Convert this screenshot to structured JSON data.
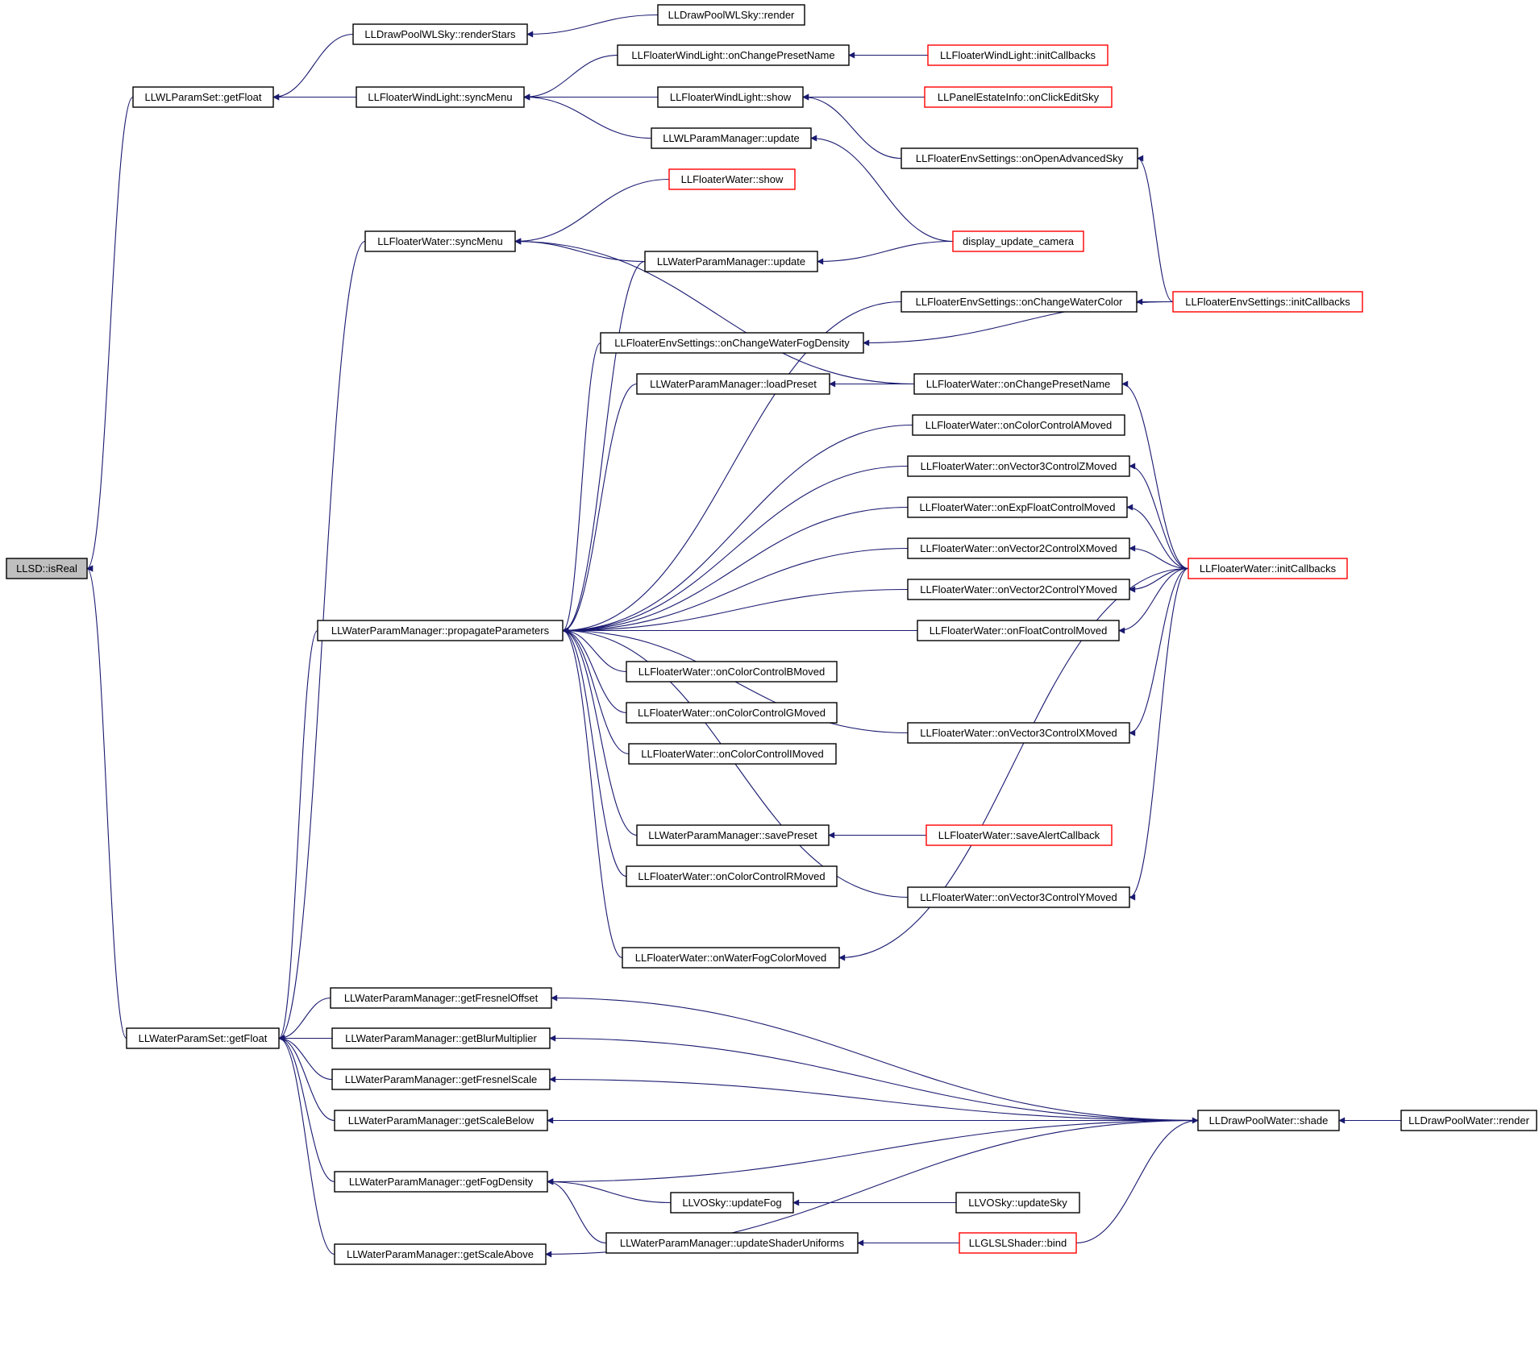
{
  "colors": {
    "edge": "#191970",
    "arrow": "#191970",
    "node_border": "#000000",
    "truncated_border": "#ff0000",
    "root_fill": "#bfbfbf",
    "node_fill": "#ffffff"
  },
  "nodes": [
    {
      "id": "n1",
      "label": "LLSD::isReal",
      "kind": "root"
    },
    {
      "id": "n2",
      "label": "LLWLParamSet::getFloat",
      "kind": "normal"
    },
    {
      "id": "n3",
      "label": "LLWaterParamSet::getFloat",
      "kind": "normal"
    },
    {
      "id": "n4",
      "label": "LLDrawPoolWLSky::renderStars",
      "kind": "normal"
    },
    {
      "id": "n5",
      "label": "LLFloaterWindLight::syncMenu",
      "kind": "normal"
    },
    {
      "id": "n6",
      "label": "LLDrawPoolWLSky::render",
      "kind": "normal"
    },
    {
      "id": "n7",
      "label": "LLFloaterWindLight::onChangePresetName",
      "kind": "normal"
    },
    {
      "id": "n8",
      "label": "LLFloaterWindLight::show",
      "kind": "normal"
    },
    {
      "id": "n9",
      "label": "LLWLParamManager::update",
      "kind": "normal"
    },
    {
      "id": "n10",
      "label": "LLFloaterWindLight::initCallbacks",
      "kind": "truncated"
    },
    {
      "id": "n11",
      "label": "LLPanelEstateInfo::onClickEditSky",
      "kind": "truncated"
    },
    {
      "id": "n12",
      "label": "LLFloaterEnvSettings::onOpenAdvancedSky",
      "kind": "normal"
    },
    {
      "id": "n13",
      "label": "LLFloaterWater::show",
      "kind": "truncated"
    },
    {
      "id": "n14",
      "label": "LLFloaterWater::syncMenu",
      "kind": "normal"
    },
    {
      "id": "n15",
      "label": "display_update_camera",
      "kind": "truncated"
    },
    {
      "id": "n16",
      "label": "LLWaterParamManager::update",
      "kind": "normal"
    },
    {
      "id": "n17",
      "label": "LLFloaterEnvSettings::onChangeWaterColor",
      "kind": "normal"
    },
    {
      "id": "n18",
      "label": "LLFloaterEnvSettings::initCallbacks",
      "kind": "truncated"
    },
    {
      "id": "n19",
      "label": "LLFloaterEnvSettings::onChangeWaterFogDensity",
      "kind": "normal"
    },
    {
      "id": "n20",
      "label": "LLWaterParamManager::loadPreset",
      "kind": "normal"
    },
    {
      "id": "n21",
      "label": "LLFloaterWater::onChangePresetName",
      "kind": "normal"
    },
    {
      "id": "n22",
      "label": "LLFloaterWater::onColorControlAMoved",
      "kind": "normal"
    },
    {
      "id": "n23",
      "label": "LLFloaterWater::onVector3ControlZMoved",
      "kind": "normal"
    },
    {
      "id": "n24",
      "label": "LLFloaterWater::onExpFloatControlMoved",
      "kind": "normal"
    },
    {
      "id": "n25",
      "label": "LLFloaterWater::onVector2ControlXMoved",
      "kind": "normal"
    },
    {
      "id": "n26",
      "label": "LLFloaterWater::initCallbacks",
      "kind": "truncated"
    },
    {
      "id": "n27",
      "label": "LLFloaterWater::onVector2ControlYMoved",
      "kind": "normal"
    },
    {
      "id": "n28",
      "label": "LLWaterParamManager::propagateParameters",
      "kind": "normal"
    },
    {
      "id": "n29",
      "label": "LLFloaterWater::onFloatControlMoved",
      "kind": "normal"
    },
    {
      "id": "n30",
      "label": "LLFloaterWater::onColorControlBMoved",
      "kind": "normal"
    },
    {
      "id": "n31",
      "label": "LLFloaterWater::onColorControlGMoved",
      "kind": "normal"
    },
    {
      "id": "n32",
      "label": "LLFloaterWater::onVector3ControlXMoved",
      "kind": "normal"
    },
    {
      "id": "n33",
      "label": "LLFloaterWater::onColorControlIMoved",
      "kind": "normal"
    },
    {
      "id": "n34",
      "label": "LLWaterParamManager::savePreset",
      "kind": "normal"
    },
    {
      "id": "n35",
      "label": "LLFloaterWater::saveAlertCallback",
      "kind": "truncated"
    },
    {
      "id": "n36",
      "label": "LLFloaterWater::onColorControlRMoved",
      "kind": "normal"
    },
    {
      "id": "n37",
      "label": "LLFloaterWater::onVector3ControlYMoved",
      "kind": "normal"
    },
    {
      "id": "n38",
      "label": "LLFloaterWater::onWaterFogColorMoved",
      "kind": "normal"
    },
    {
      "id": "n39",
      "label": "LLWaterParamManager::getFresnelOffset",
      "kind": "normal"
    },
    {
      "id": "n40",
      "label": "LLWaterParamManager::getBlurMultiplier",
      "kind": "normal"
    },
    {
      "id": "n41",
      "label": "LLWaterParamManager::getFresnelScale",
      "kind": "normal"
    },
    {
      "id": "n42",
      "label": "LLWaterParamManager::getScaleBelow",
      "kind": "normal"
    },
    {
      "id": "n43",
      "label": "LLDrawPoolWater::shade",
      "kind": "normal"
    },
    {
      "id": "n44",
      "label": "LLDrawPoolWater::render",
      "kind": "normal"
    },
    {
      "id": "n45",
      "label": "LLWaterParamManager::getFogDensity",
      "kind": "normal"
    },
    {
      "id": "n46",
      "label": "LLVOSky::updateFog",
      "kind": "normal"
    },
    {
      "id": "n47",
      "label": "LLVOSky::updateSky",
      "kind": "normal"
    },
    {
      "id": "n48",
      "label": "LLWaterParamManager::updateShaderUniforms",
      "kind": "normal"
    },
    {
      "id": "n49",
      "label": "LLGLSLShader::bind",
      "kind": "truncated"
    },
    {
      "id": "n50",
      "label": "LLWaterParamManager::getScaleAbove",
      "kind": "normal"
    }
  ],
  "edges": [
    {
      "from": "n2",
      "to": "n1"
    },
    {
      "from": "n3",
      "to": "n1"
    },
    {
      "from": "n4",
      "to": "n2"
    },
    {
      "from": "n5",
      "to": "n2"
    },
    {
      "from": "n6",
      "to": "n4"
    },
    {
      "from": "n7",
      "to": "n5"
    },
    {
      "from": "n8",
      "to": "n5"
    },
    {
      "from": "n9",
      "to": "n5"
    },
    {
      "from": "n10",
      "to": "n7"
    },
    {
      "from": "n11",
      "to": "n8"
    },
    {
      "from": "n12",
      "to": "n8"
    },
    {
      "from": "n15",
      "to": "n9"
    },
    {
      "from": "n18",
      "to": "n12"
    },
    {
      "from": "n14",
      "to": "n3"
    },
    {
      "from": "n28",
      "to": "n3"
    },
    {
      "from": "n13",
      "to": "n14"
    },
    {
      "from": "n16",
      "to": "n14"
    },
    {
      "from": "n21",
      "to": "n14"
    },
    {
      "from": "n15",
      "to": "n16"
    },
    {
      "from": "n18",
      "to": "n17"
    },
    {
      "from": "n18",
      "to": "n19"
    },
    {
      "from": "n21",
      "to": "n20"
    },
    {
      "from": "n26",
      "to": "n21"
    },
    {
      "from": "n26",
      "to": "n23"
    },
    {
      "from": "n26",
      "to": "n24"
    },
    {
      "from": "n26",
      "to": "n25"
    },
    {
      "from": "n26",
      "to": "n27"
    },
    {
      "from": "n26",
      "to": "n29"
    },
    {
      "from": "n26",
      "to": "n32"
    },
    {
      "from": "n26",
      "to": "n37"
    },
    {
      "from": "n26",
      "to": "n38"
    },
    {
      "from": "n16",
      "to": "n28"
    },
    {
      "from": "n17",
      "to": "n28"
    },
    {
      "from": "n19",
      "to": "n28"
    },
    {
      "from": "n20",
      "to": "n28"
    },
    {
      "from": "n22",
      "to": "n28"
    },
    {
      "from": "n23",
      "to": "n28"
    },
    {
      "from": "n24",
      "to": "n28"
    },
    {
      "from": "n25",
      "to": "n28"
    },
    {
      "from": "n27",
      "to": "n28"
    },
    {
      "from": "n29",
      "to": "n28"
    },
    {
      "from": "n30",
      "to": "n28"
    },
    {
      "from": "n31",
      "to": "n28"
    },
    {
      "from": "n32",
      "to": "n28"
    },
    {
      "from": "n33",
      "to": "n28"
    },
    {
      "from": "n34",
      "to": "n28"
    },
    {
      "from": "n36",
      "to": "n28"
    },
    {
      "from": "n37",
      "to": "n28"
    },
    {
      "from": "n38",
      "to": "n28"
    },
    {
      "from": "n35",
      "to": "n34"
    },
    {
      "from": "n39",
      "to": "n3"
    },
    {
      "from": "n40",
      "to": "n3"
    },
    {
      "from": "n41",
      "to": "n3"
    },
    {
      "from": "n42",
      "to": "n3"
    },
    {
      "from": "n45",
      "to": "n3"
    },
    {
      "from": "n50",
      "to": "n3"
    },
    {
      "from": "n43",
      "to": "n39"
    },
    {
      "from": "n43",
      "to": "n40"
    },
    {
      "from": "n43",
      "to": "n41"
    },
    {
      "from": "n43",
      "to": "n42"
    },
    {
      "from": "n43",
      "to": "n45"
    },
    {
      "from": "n43",
      "to": "n50"
    },
    {
      "from": "n44",
      "to": "n43"
    },
    {
      "from": "n46",
      "to": "n45"
    },
    {
      "from": "n48",
      "to": "n45"
    },
    {
      "from": "n47",
      "to": "n46"
    },
    {
      "from": "n49",
      "to": "n48"
    },
    {
      "from": "n49",
      "to": "n43"
    }
  ]
}
